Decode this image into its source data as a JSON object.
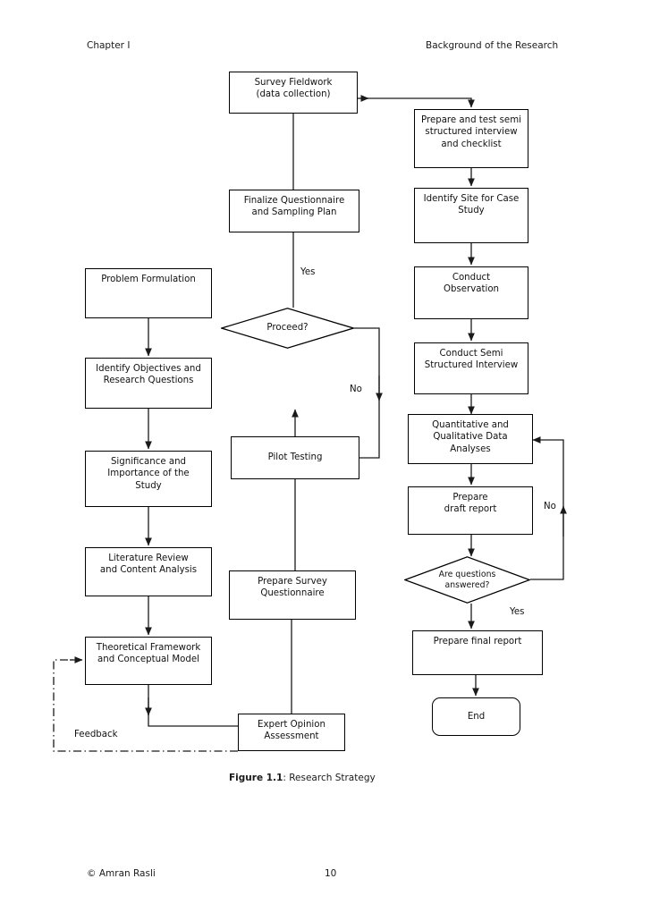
{
  "header": {
    "left": "Chapter I",
    "right": "Background of the Research"
  },
  "footer": {
    "copyright": "© Amran Rasli",
    "page_number": "10"
  },
  "caption": {
    "number": "Figure 1.1",
    "text": ": Research Strategy"
  },
  "diagram": {
    "type": "flowchart",
    "title": "Research Strategy",
    "nodes": [
      {
        "id": "survey_fieldwork",
        "shape": "rect",
        "label": "Survey Fieldwork\n(data collection)"
      },
      {
        "id": "prepare_test_semi",
        "shape": "rect",
        "label": "Prepare and test semi\nstructured interview\nand checklist"
      },
      {
        "id": "finalize_questionnaire",
        "shape": "rect",
        "label": "Finalize Questionnaire\nand Sampling Plan"
      },
      {
        "id": "identify_site",
        "shape": "rect",
        "label": "Identify Site for Case\nStudy"
      },
      {
        "id": "problem_formulation",
        "shape": "rect",
        "label": "Problem Formulation"
      },
      {
        "id": "conduct_observation",
        "shape": "rect",
        "label": "Conduct\nObservation"
      },
      {
        "id": "proceed",
        "shape": "diamond",
        "label": "Proceed?"
      },
      {
        "id": "identify_objectives",
        "shape": "rect",
        "label": "Identify Objectives and\nResearch Questions"
      },
      {
        "id": "conduct_semi_interview",
        "shape": "rect",
        "label": "Conduct Semi\nStructured Interview"
      },
      {
        "id": "quant_qual_analyses",
        "shape": "rect",
        "label": "Quantitative and\nQualitative Data\nAnalyses"
      },
      {
        "id": "significance",
        "shape": "rect",
        "label": "Significance and\nImportance of the\nStudy"
      },
      {
        "id": "pilot_testing",
        "shape": "rect",
        "label": "Pilot Testing"
      },
      {
        "id": "prepare_draft_report",
        "shape": "rect",
        "label": "Prepare\ndraft report"
      },
      {
        "id": "literature_review",
        "shape": "rect",
        "label": "Literature Review\nand Content Analysis"
      },
      {
        "id": "prepare_survey_quest",
        "shape": "rect",
        "label": "Prepare Survey\nQuestionnaire"
      },
      {
        "id": "are_questions_answered",
        "shape": "diamond",
        "label": "Are questions\nanswered?"
      },
      {
        "id": "theoretical_framework",
        "shape": "rect",
        "label": "Theoretical Framework\nand Conceptual Model"
      },
      {
        "id": "prepare_final_report",
        "shape": "rect",
        "label": "Prepare final report"
      },
      {
        "id": "expert_opinion",
        "shape": "rect",
        "label": "Expert Opinion\nAssessment"
      },
      {
        "id": "end",
        "shape": "rounded",
        "label": "End"
      }
    ],
    "edge_labels": {
      "proceed_yes": "Yes",
      "proceed_no": "No",
      "questions_no": "No",
      "questions_yes": "Yes",
      "feedback": "Feedback"
    }
  },
  "colors": {
    "stroke": "#000000",
    "text": "#111111",
    "background": "#ffffff"
  }
}
